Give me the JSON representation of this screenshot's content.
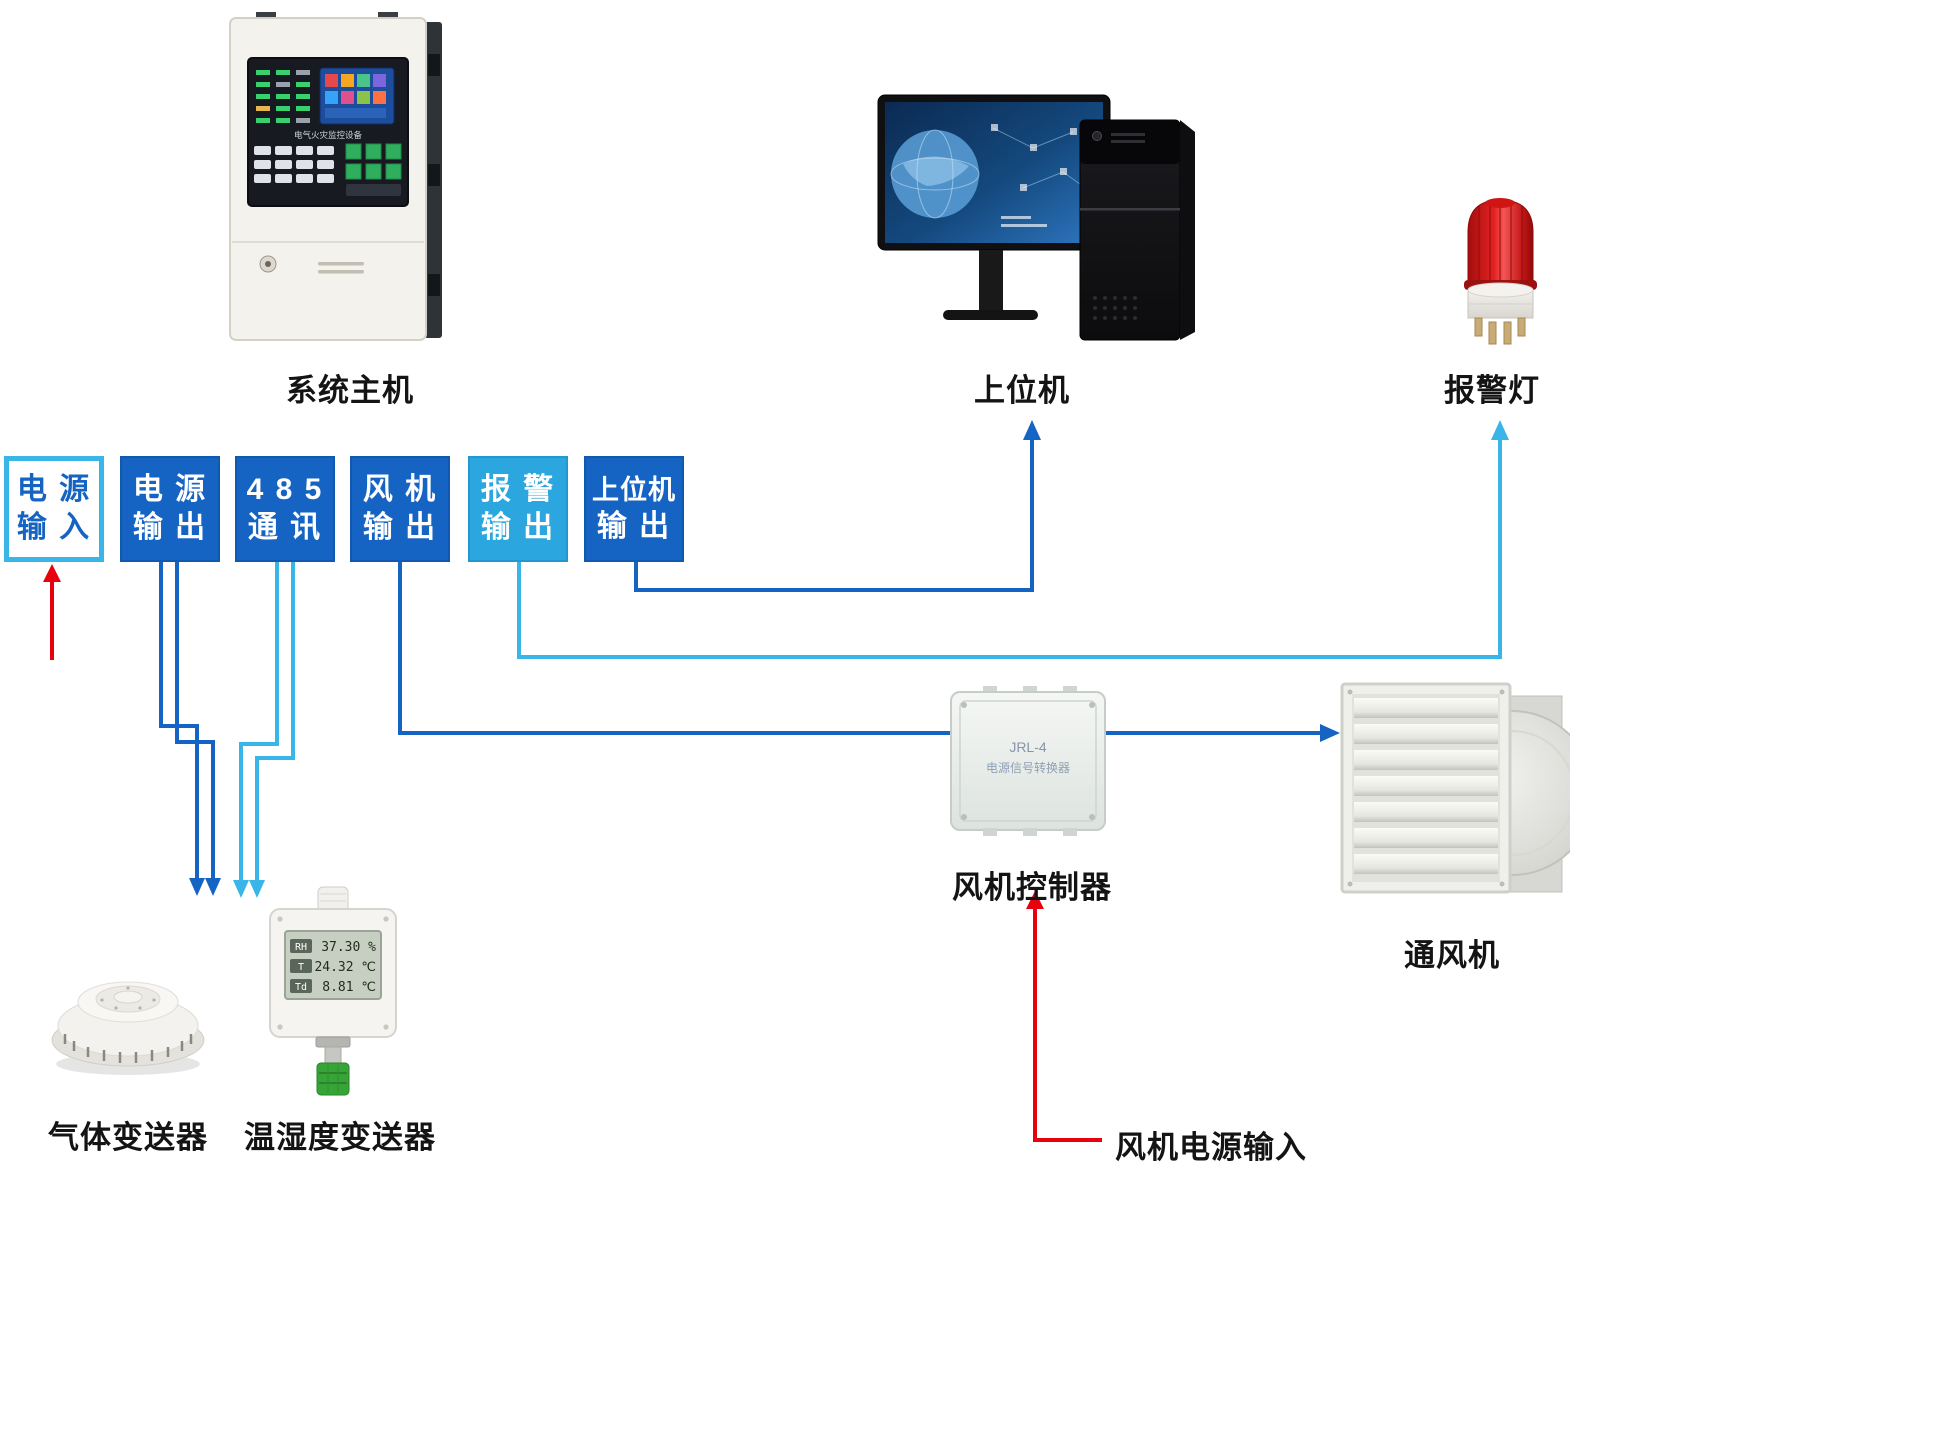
{
  "colors": {
    "port_dark_blue": "#1563c2",
    "port_light_blue": "#2ba6de",
    "port_outline_cyan": "#3ab5e8",
    "wire_dark_blue": "#1563c2",
    "wire_cyan": "#3ab5e8",
    "wire_red": "#e8000d"
  },
  "devices": {
    "system_host": {
      "label": "系统主机",
      "panel_title": "电气火灾监控设备"
    },
    "host_computer": {
      "label": "上位机"
    },
    "alarm_light": {
      "label": "报警灯"
    },
    "gas_transmitter": {
      "label": "气体变送器"
    },
    "temp_humidity_transmitter": {
      "label": "温湿度变送器",
      "lcd_rows": [
        {
          "name": "RH",
          "value": "37.30 %"
        },
        {
          "name": "T",
          "value": "24.32 ℃"
        },
        {
          "name": "Td",
          "value": "8.81 ℃"
        }
      ]
    },
    "fan_controller": {
      "label": "风机控制器",
      "panel_line1": "JRL-4",
      "panel_line2": "电源信号转换器"
    },
    "ventilation_fan": {
      "label": "通风机"
    }
  },
  "ports": [
    {
      "id": "power-input",
      "line1": "电 源",
      "line2": "输 入"
    },
    {
      "id": "power-output",
      "line1": "电 源",
      "line2": "输 出"
    },
    {
      "id": "comm-485",
      "line1": "4 8 5",
      "line2": "通 讯"
    },
    {
      "id": "fan-output",
      "line1": "风 机",
      "line2": "输 出"
    },
    {
      "id": "alarm-output",
      "line1": "报 警",
      "line2": "输 出"
    },
    {
      "id": "host-output",
      "line1": "上位机",
      "line2": "输 出"
    }
  ],
  "annotations": {
    "fan_power_input": "风机电源输入"
  }
}
